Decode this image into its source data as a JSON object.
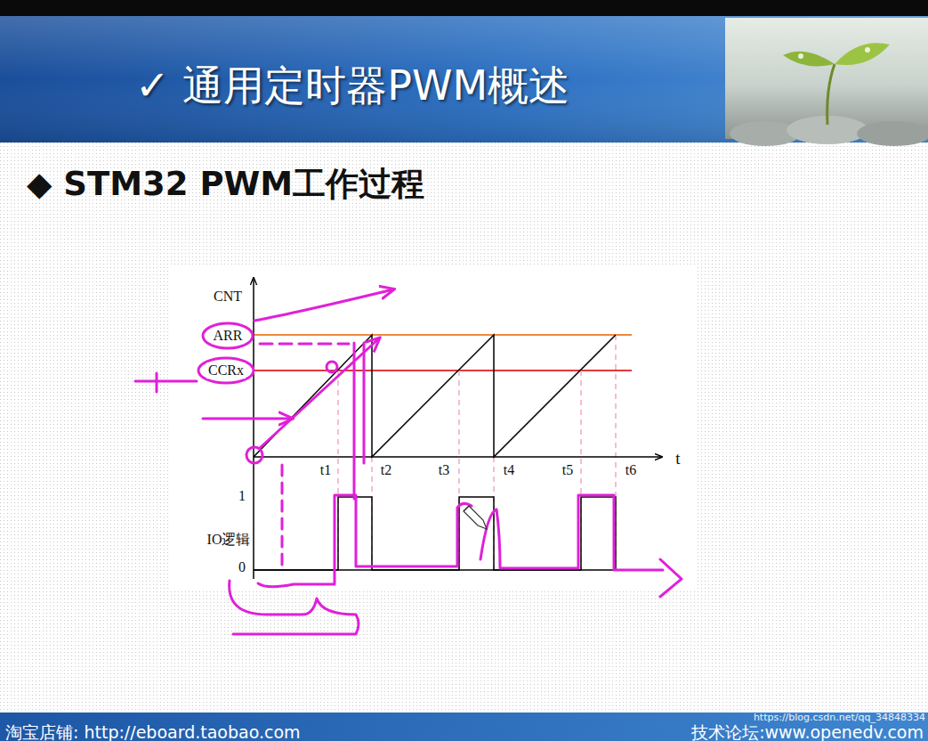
{
  "diagram": {
    "title": "✓ 通用定时器PWM概述",
    "labels": [
      "◆ STM32 PWM工作过程",
      "CNT",
      "ARR",
      "CCRx",
      "t1",
      "t2",
      "t3",
      "t4",
      "t5",
      "t6",
      "t",
      "1",
      "IO逻辑",
      "0",
      "淘宝店铺: http://eboard.taobao.com",
      "技术论坛:www.openedv.com",
      "https://blog.csdn.net/qq_34848334"
    ]
  }
}
